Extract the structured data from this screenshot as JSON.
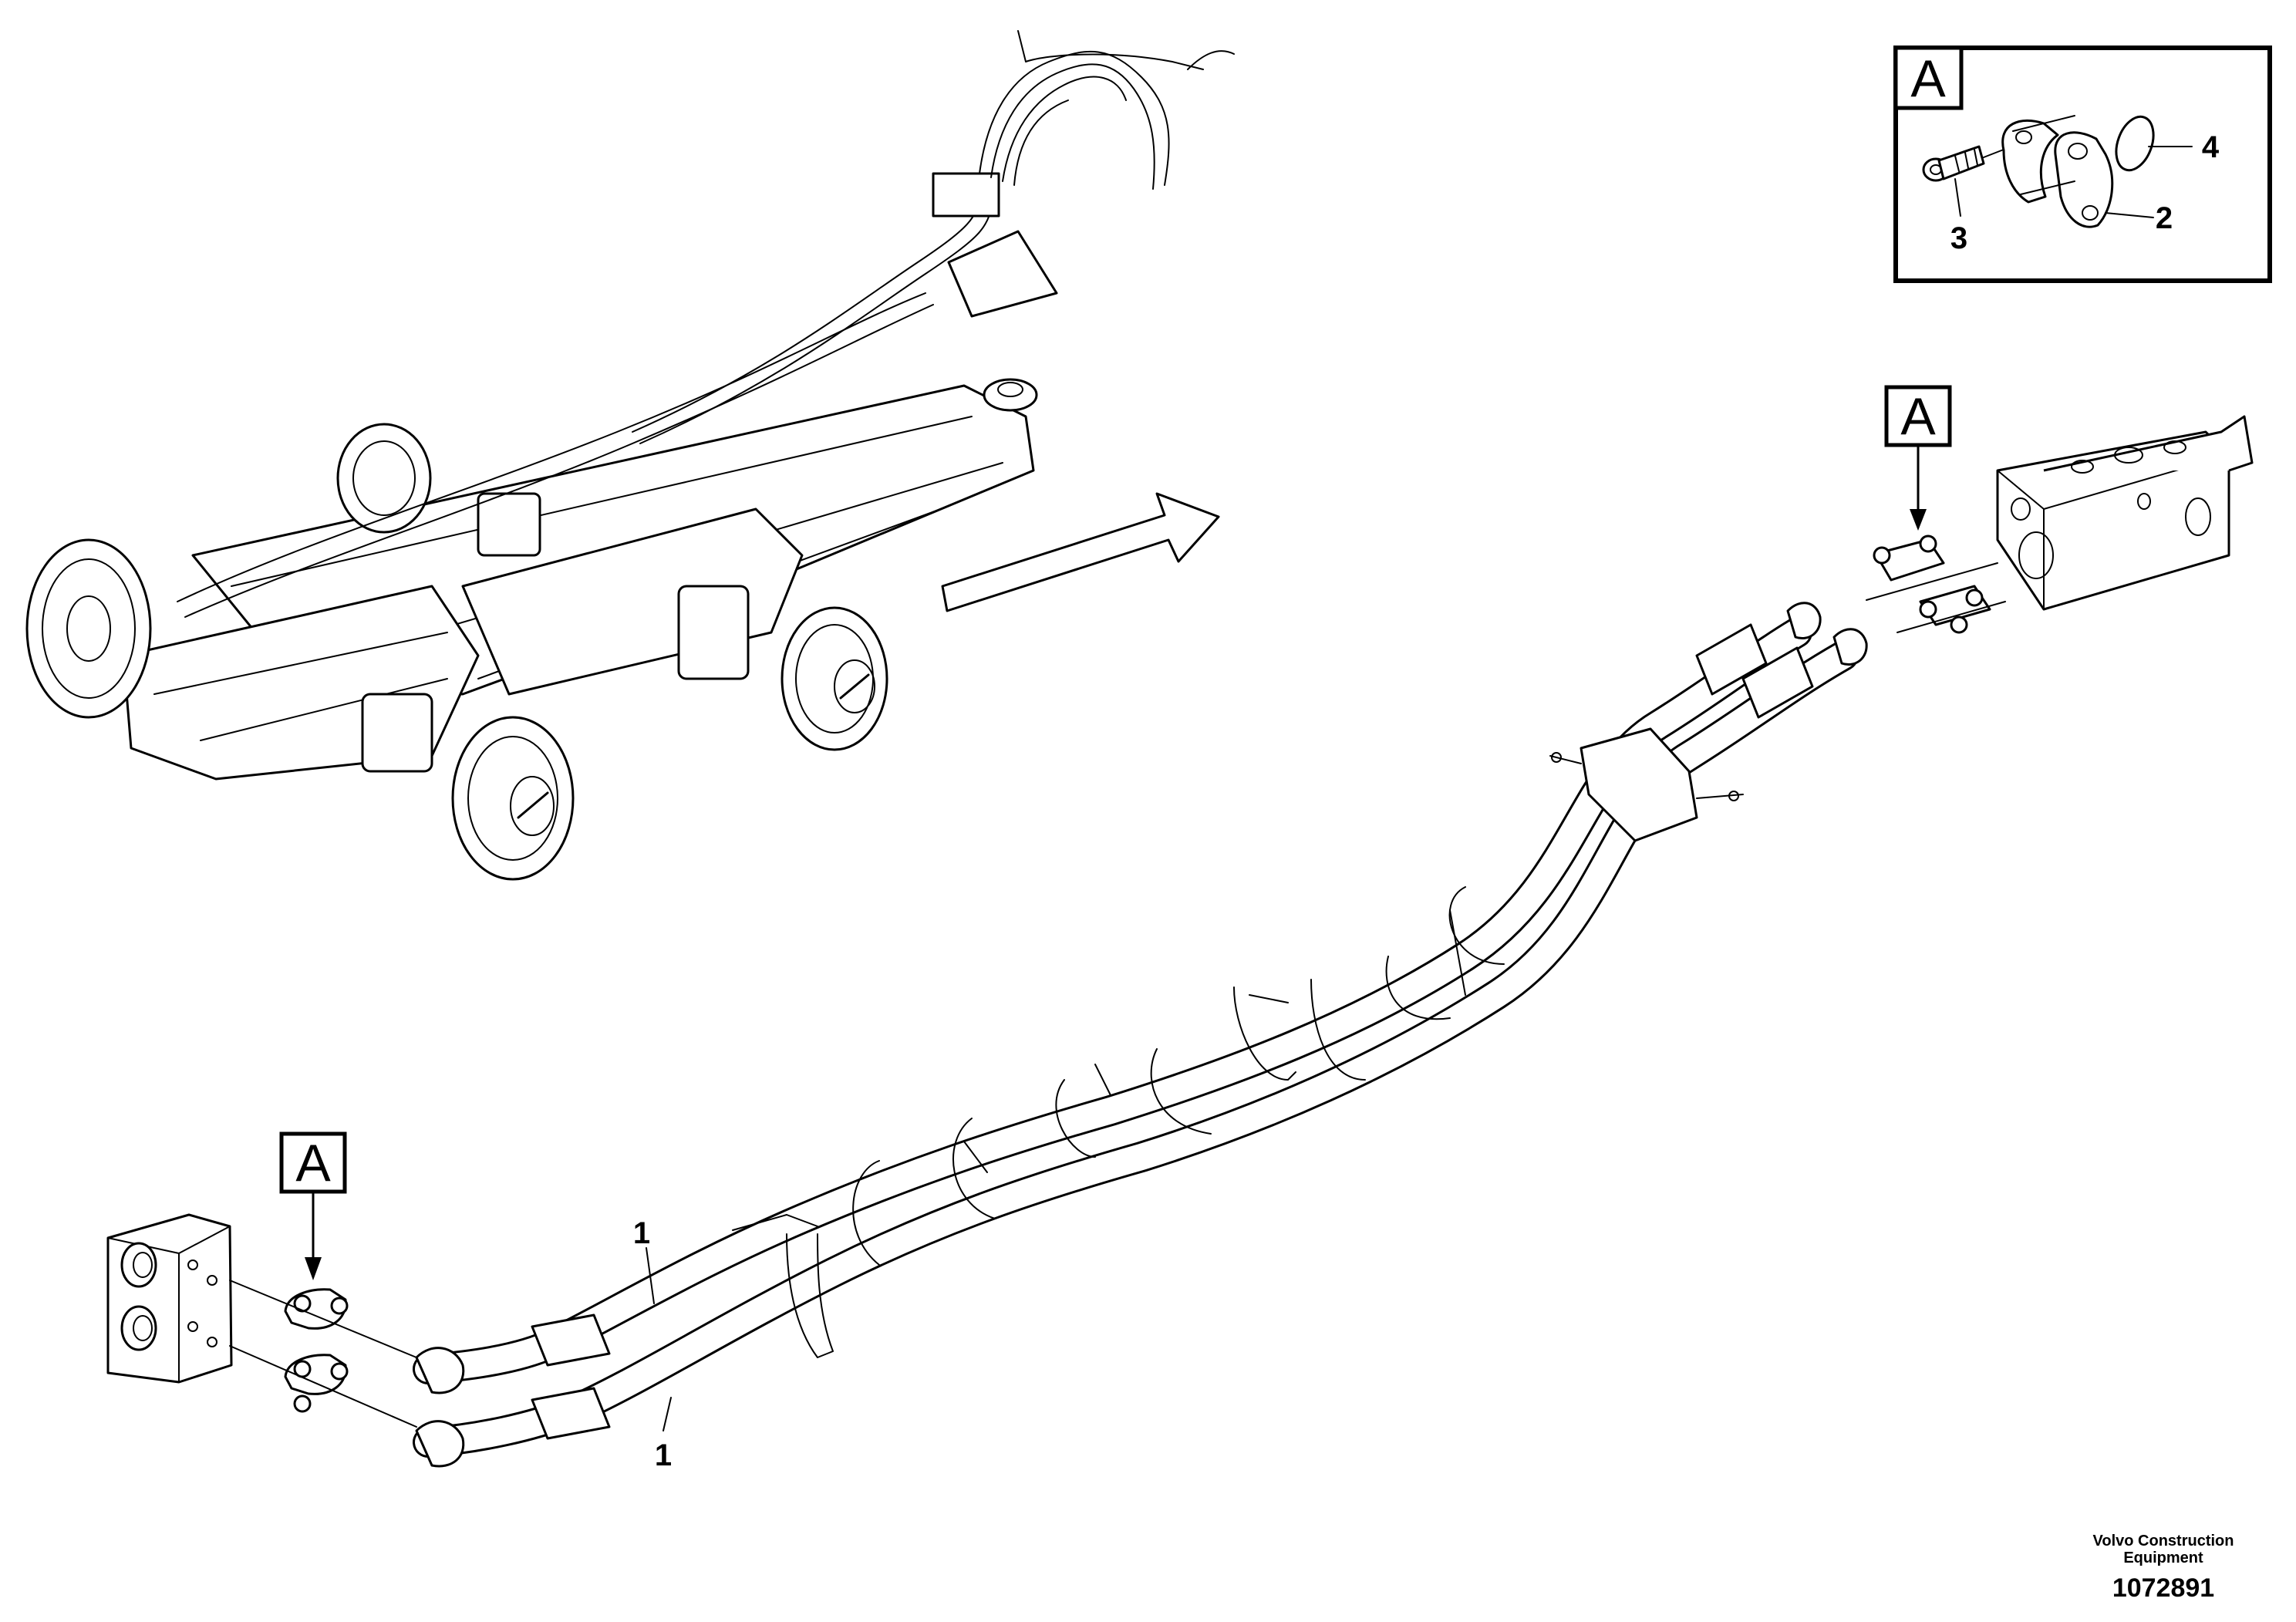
{
  "detail_label": "A",
  "view_labels": [
    "A",
    "A"
  ],
  "callouts": {
    "hose": "1",
    "flange_half": "2",
    "screw": "3",
    "o_ring": "4"
  },
  "footer": {
    "brand_line1": "Volvo Construction",
    "brand_line2": "Equipment",
    "part_number": "1072891"
  }
}
